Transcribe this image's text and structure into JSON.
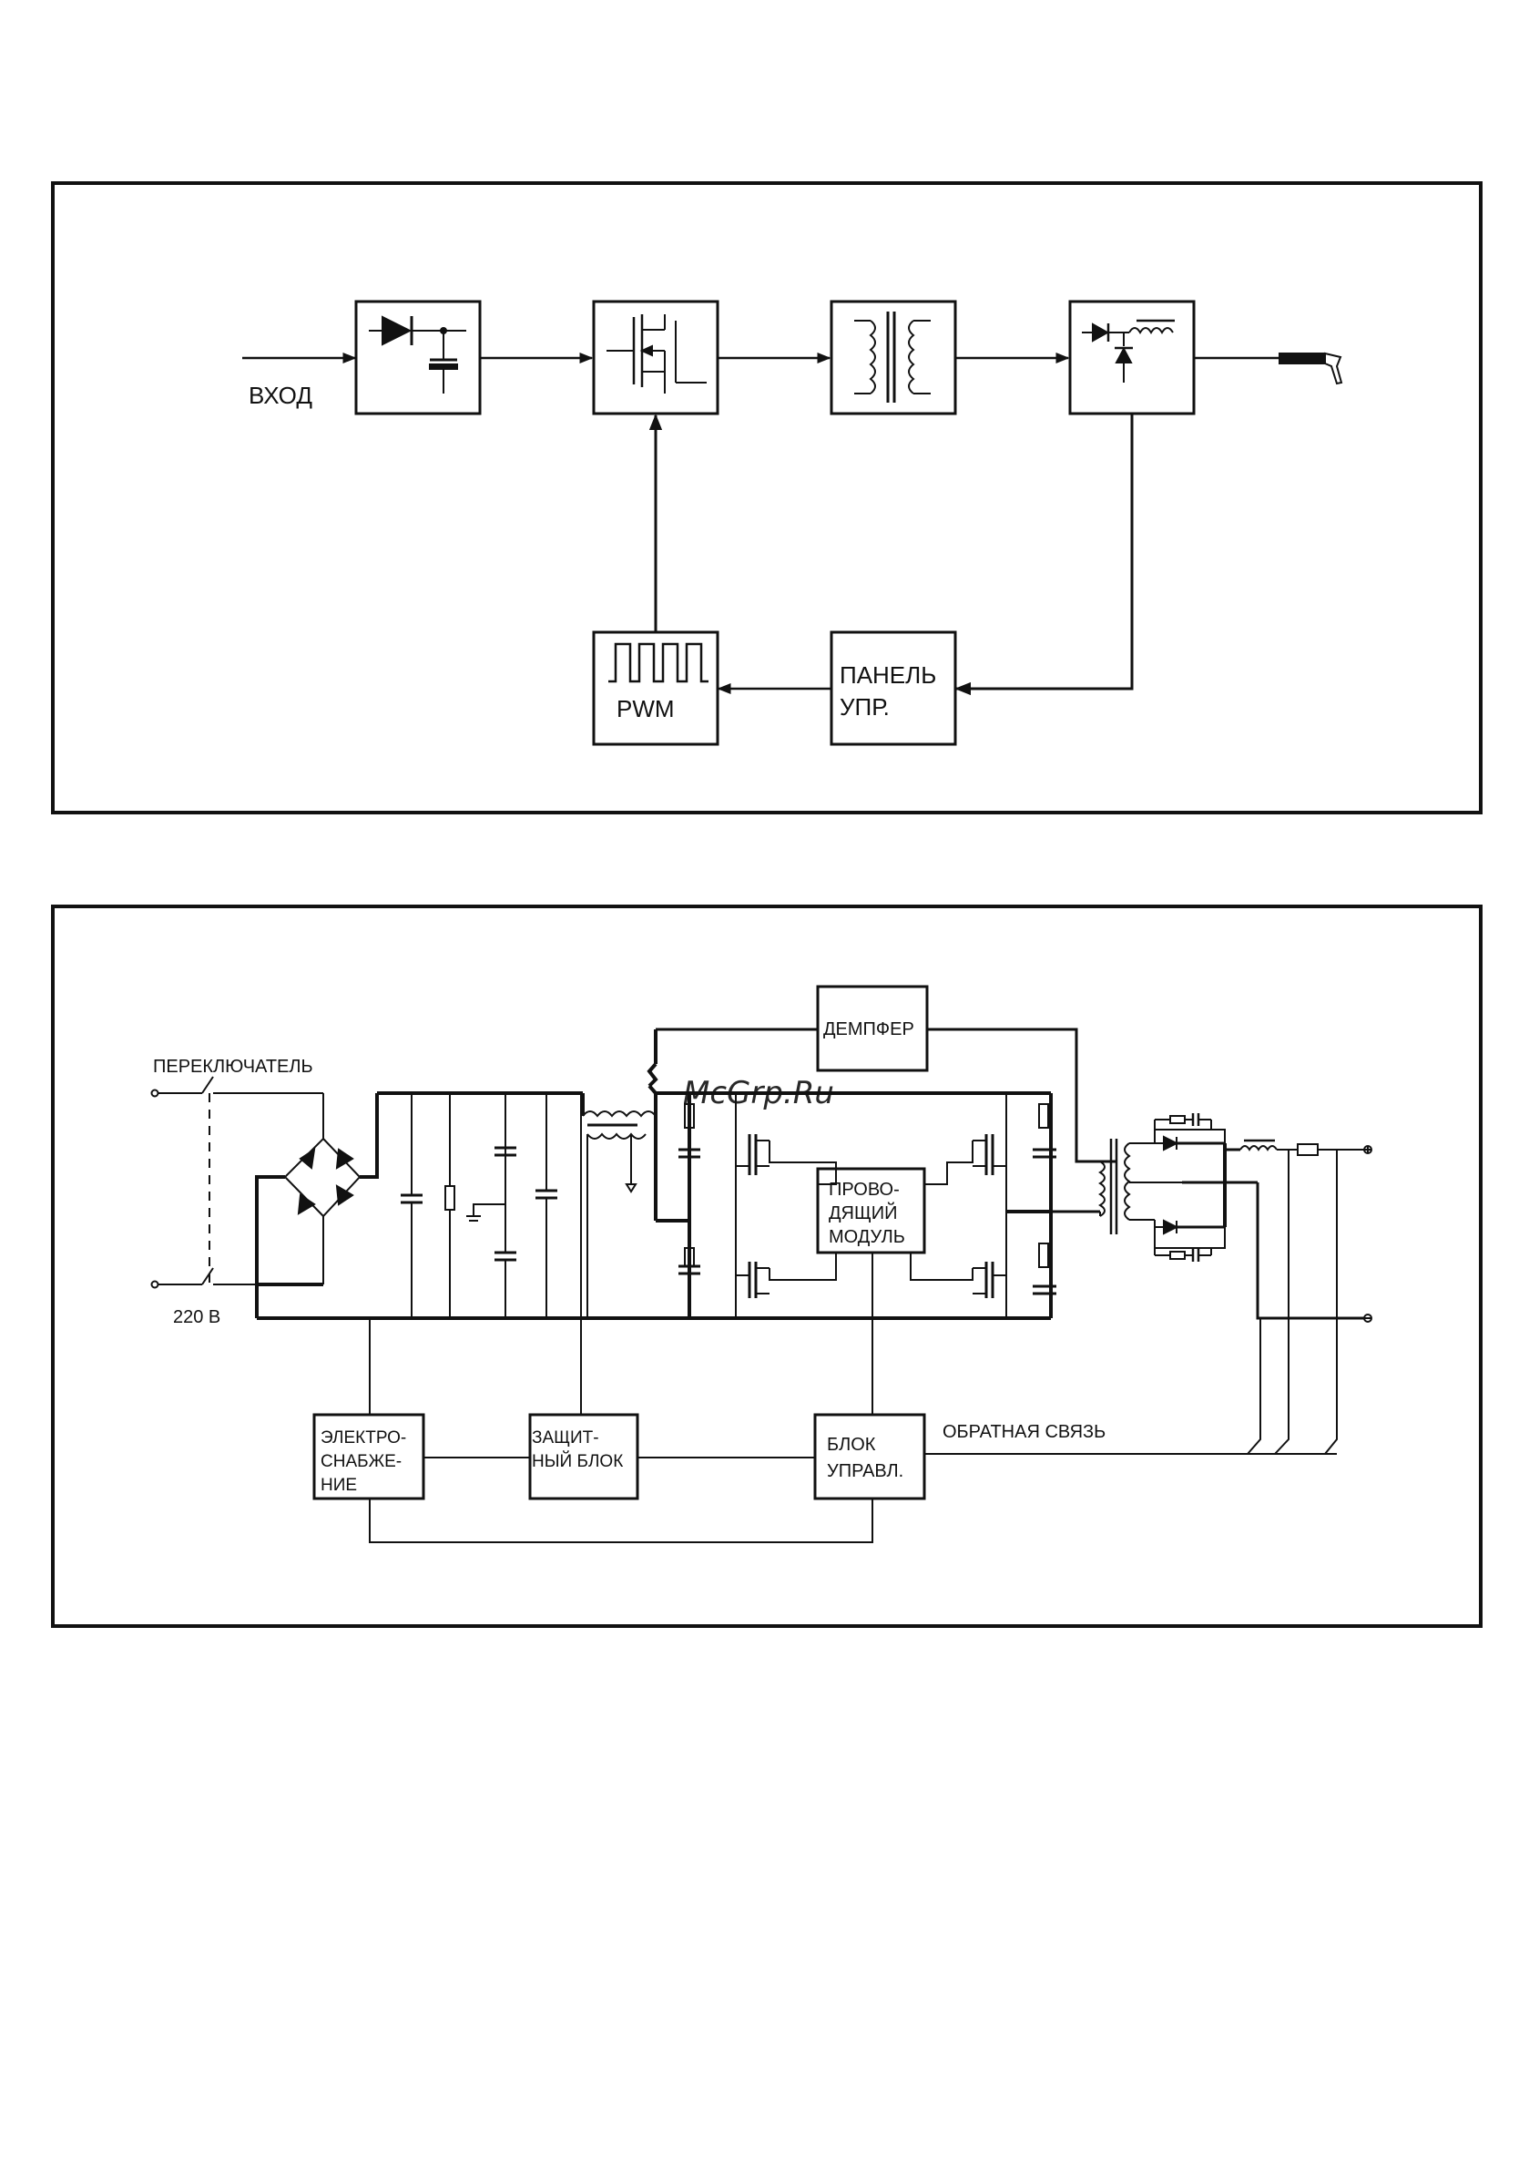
{
  "diagram1": {
    "input_label": "ВХОД",
    "pwm_label": "PWM",
    "panel_label_line1": "ПАНЕЛЬ",
    "panel_label_line2": "УПР."
  },
  "diagram2": {
    "switch_label": "ПЕРЕКЛЮЧАТЕЛЬ",
    "voltage_label": "220 В",
    "damper_label": "ДЕМПФЕР",
    "driver_line1": "ПРОВО-",
    "driver_line2": "ДЯЩИЙ",
    "driver_line3": "МОДУЛЬ",
    "power_line1": "ЭЛЕКТРО-",
    "power_line2": "СНАБЖЕ-",
    "power_line3": "НИЕ",
    "protect_line1": "ЗАЩИТ-",
    "protect_line2": "НЫЙ БЛОК",
    "control_line1": "БЛОК",
    "control_line2": "УПРАВЛ.",
    "feedback_label": "ОБРАТНАЯ СВЯЗЬ"
  },
  "watermark": {
    "text": "McGrp.Ru",
    "color": "#c62828"
  }
}
